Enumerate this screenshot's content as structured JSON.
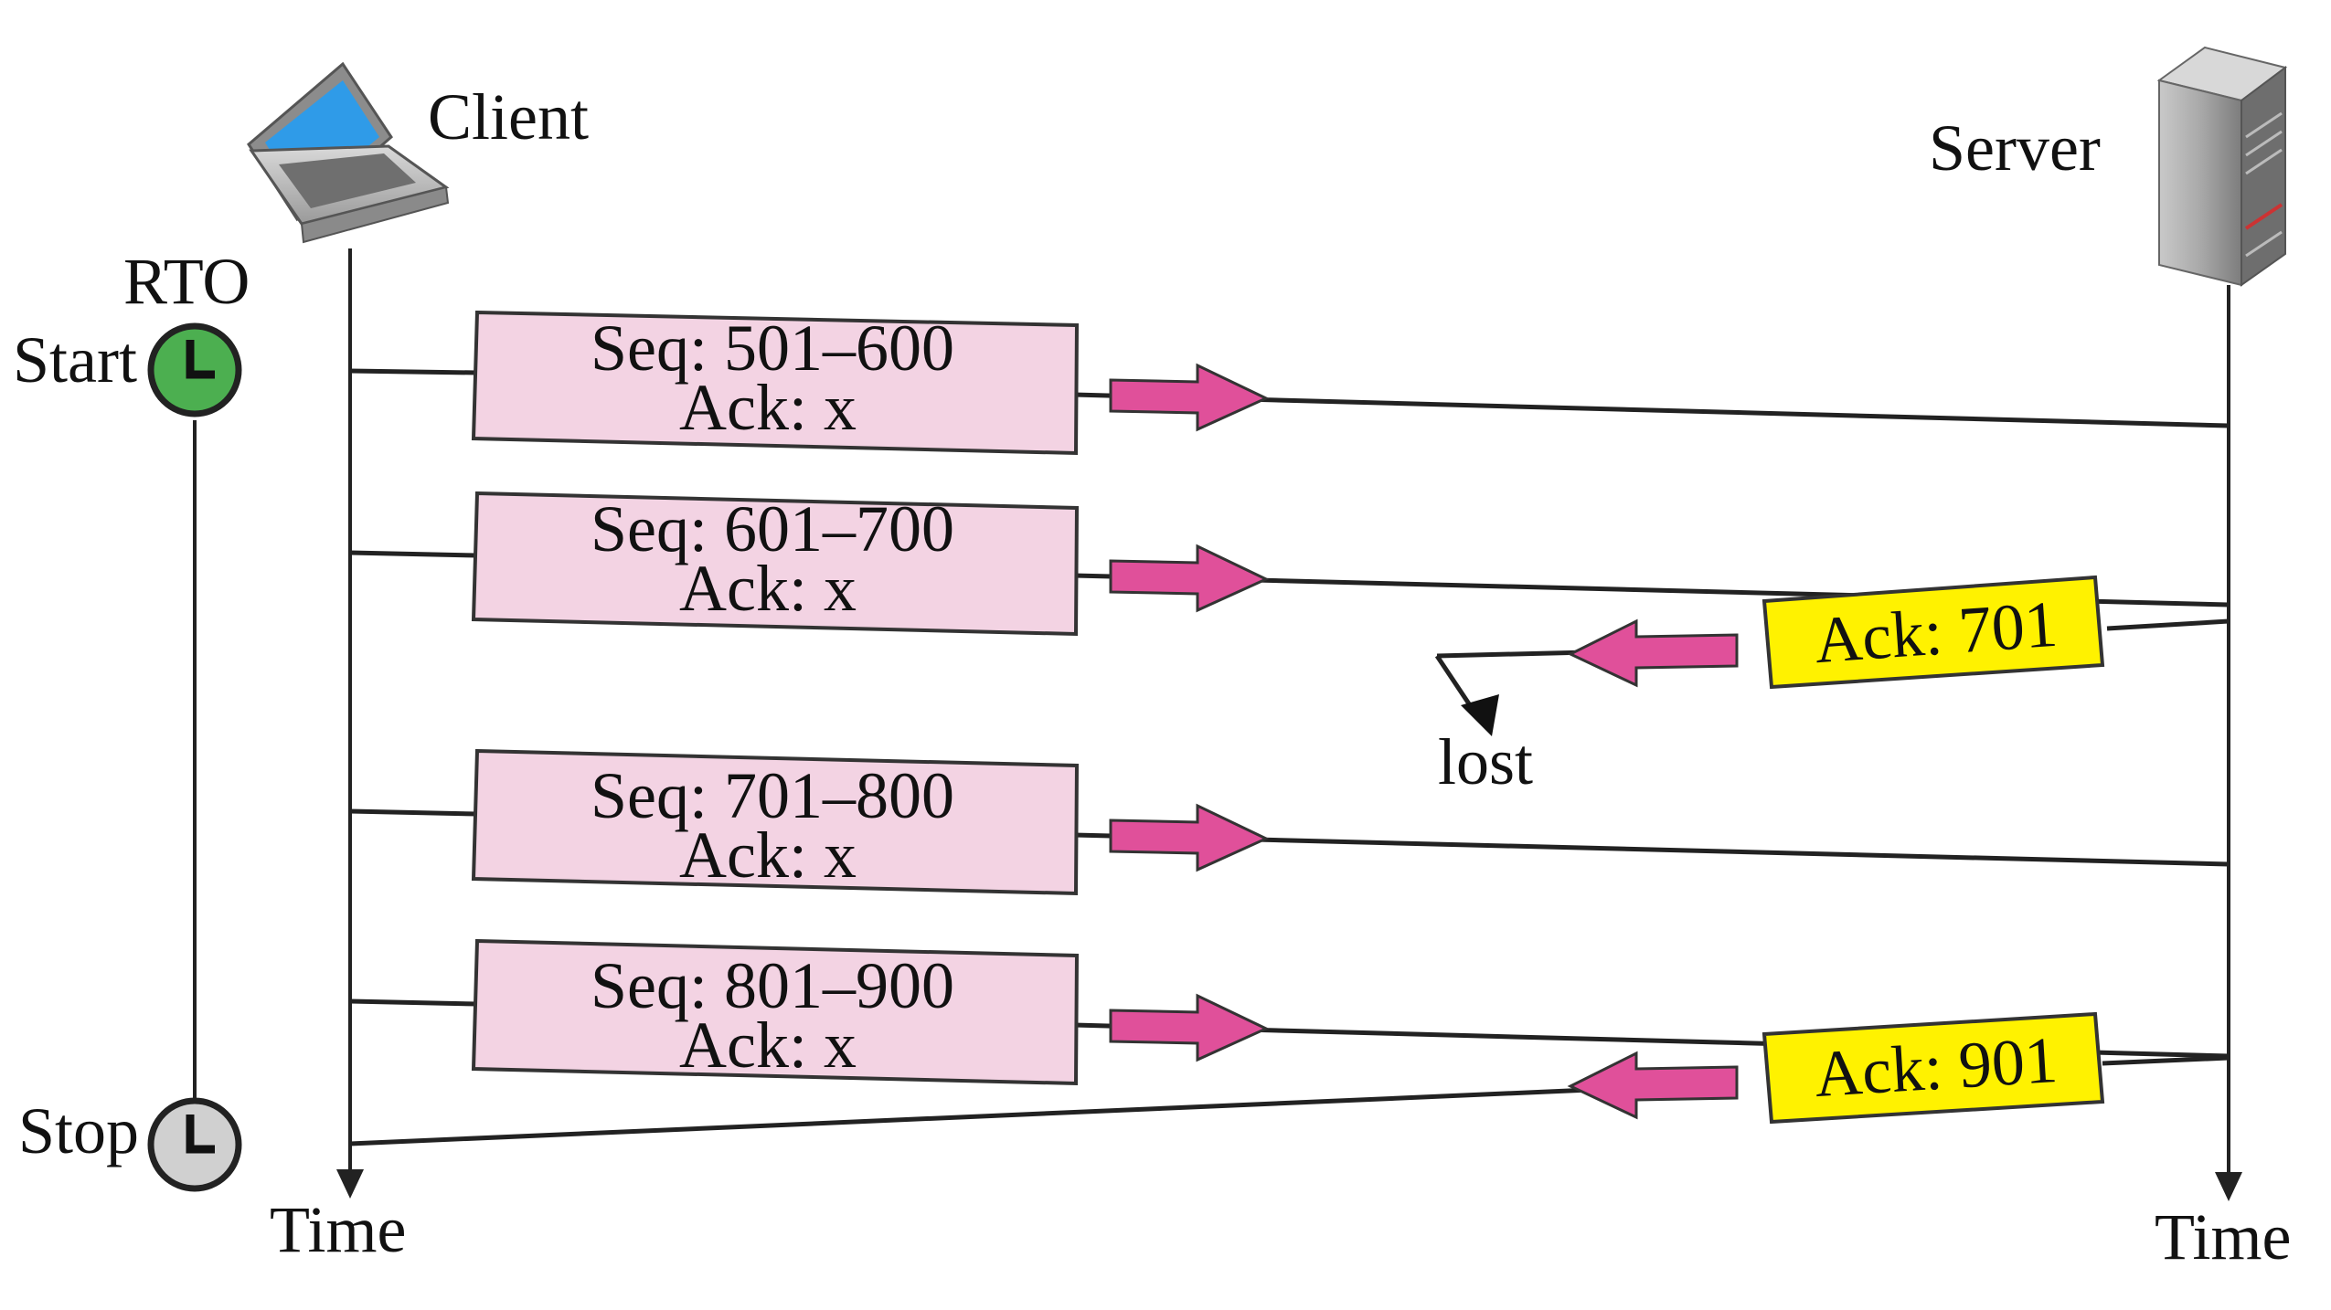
{
  "client": {
    "label": "Client",
    "icon": "laptop-icon"
  },
  "server": {
    "label": "Server",
    "icon": "server-tower-icon"
  },
  "timeline": {
    "time_label_left": "Time",
    "time_label_right": "Time"
  },
  "timer": {
    "title": "RTO",
    "start_label": "Start",
    "stop_label": "Stop",
    "start_color": "#4caf50",
    "stop_color": "#d0d0d0"
  },
  "segments": [
    {
      "seq": "Seq: 501–600",
      "ack": "Ack: x"
    },
    {
      "seq": "Seq: 601–700",
      "ack": "Ack: x"
    },
    {
      "seq": "Seq: 701–800",
      "ack": "Ack: x"
    },
    {
      "seq": "Seq: 801–900",
      "ack": "Ack: x"
    }
  ],
  "acks": [
    {
      "label": "Ack: 701",
      "status": "lost"
    },
    {
      "label": "Ack: 901",
      "status": "delivered"
    }
  ],
  "lost_label": "lost",
  "colors": {
    "segment_fill": "#f3d3e3",
    "ack_fill": "#fff200",
    "arrow_fill": "#e0509a",
    "screen_blue": "#2f9be8"
  }
}
